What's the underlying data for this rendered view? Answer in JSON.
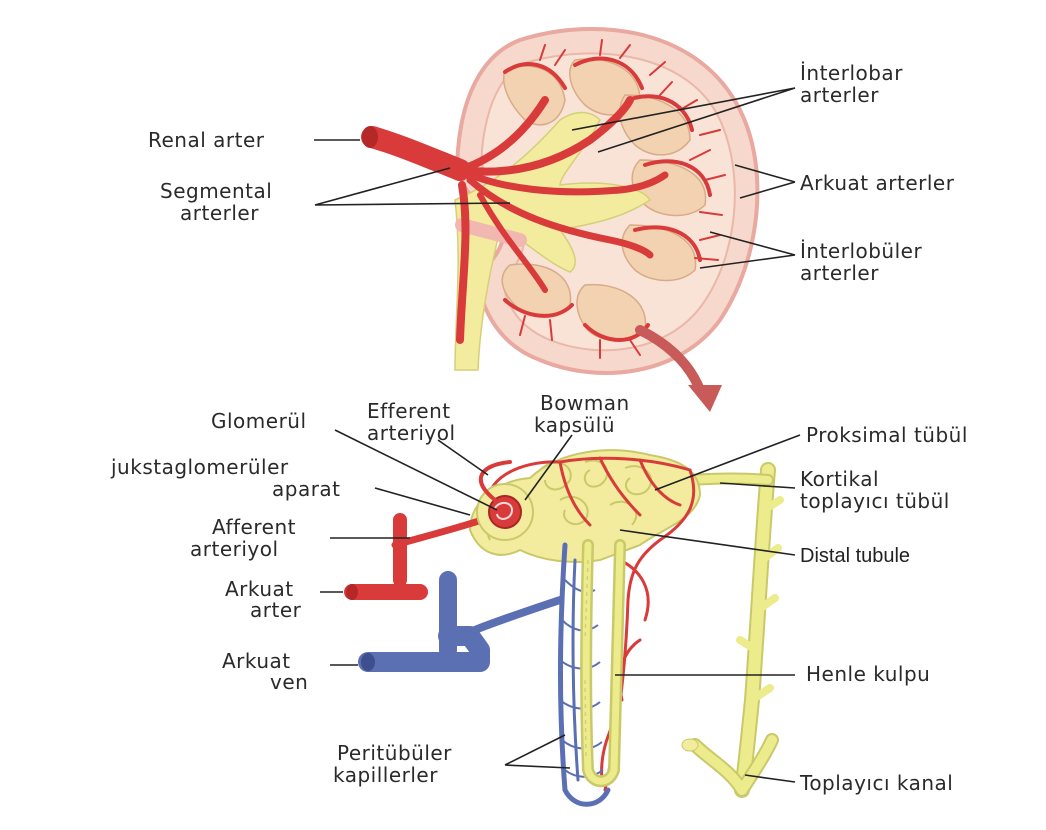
{
  "labels": {
    "renal_arter": "Renal arter",
    "segmental_1": "Segmental",
    "segmental_2": "arterler",
    "interlobar_1": "İnterlobar",
    "interlobar_2": "arterler",
    "arkuat_arterler": "Arkuat arterler",
    "interlobuler_1": "İnterlobüler",
    "interlobuler_2": "arterler",
    "glomerul": "Glomerül",
    "efferent_1": "Efferent",
    "efferent_2": "arteriyol",
    "bowman_1": "Bowman",
    "bowman_2": "kapsülü",
    "proksimal": "Proksimal tübül",
    "jukstaglomeruler_1": "jukstaglomerüler",
    "jukstaglomeruler_2": "aparat",
    "kortikal_1": "Kortikal",
    "kortikal_2": "toplayıcı tübül",
    "afferent_1": "Afferent",
    "afferent_2": "arteriyol",
    "distal": "Distal tubule",
    "arkuat_arter_1": "Arkuat",
    "arkuat_arter_2": "arter",
    "arkuat_ven_1": "Arkuat",
    "arkuat_ven_2": "ven",
    "henle": "Henle kulpu",
    "peritubuler_1": "Peritübüler",
    "peritubuler_2": "kapillerler",
    "toplayici_kanal": "Toplayıcı kanal"
  },
  "colors": {
    "artery": "#d93a3a",
    "vein": "#5b6fb3",
    "tubule": "#ecec8c",
    "kidney_cortex": "#f6d9cc",
    "pyramid": "#f2d2b0",
    "pointer_arrow": "#c85a5a"
  }
}
